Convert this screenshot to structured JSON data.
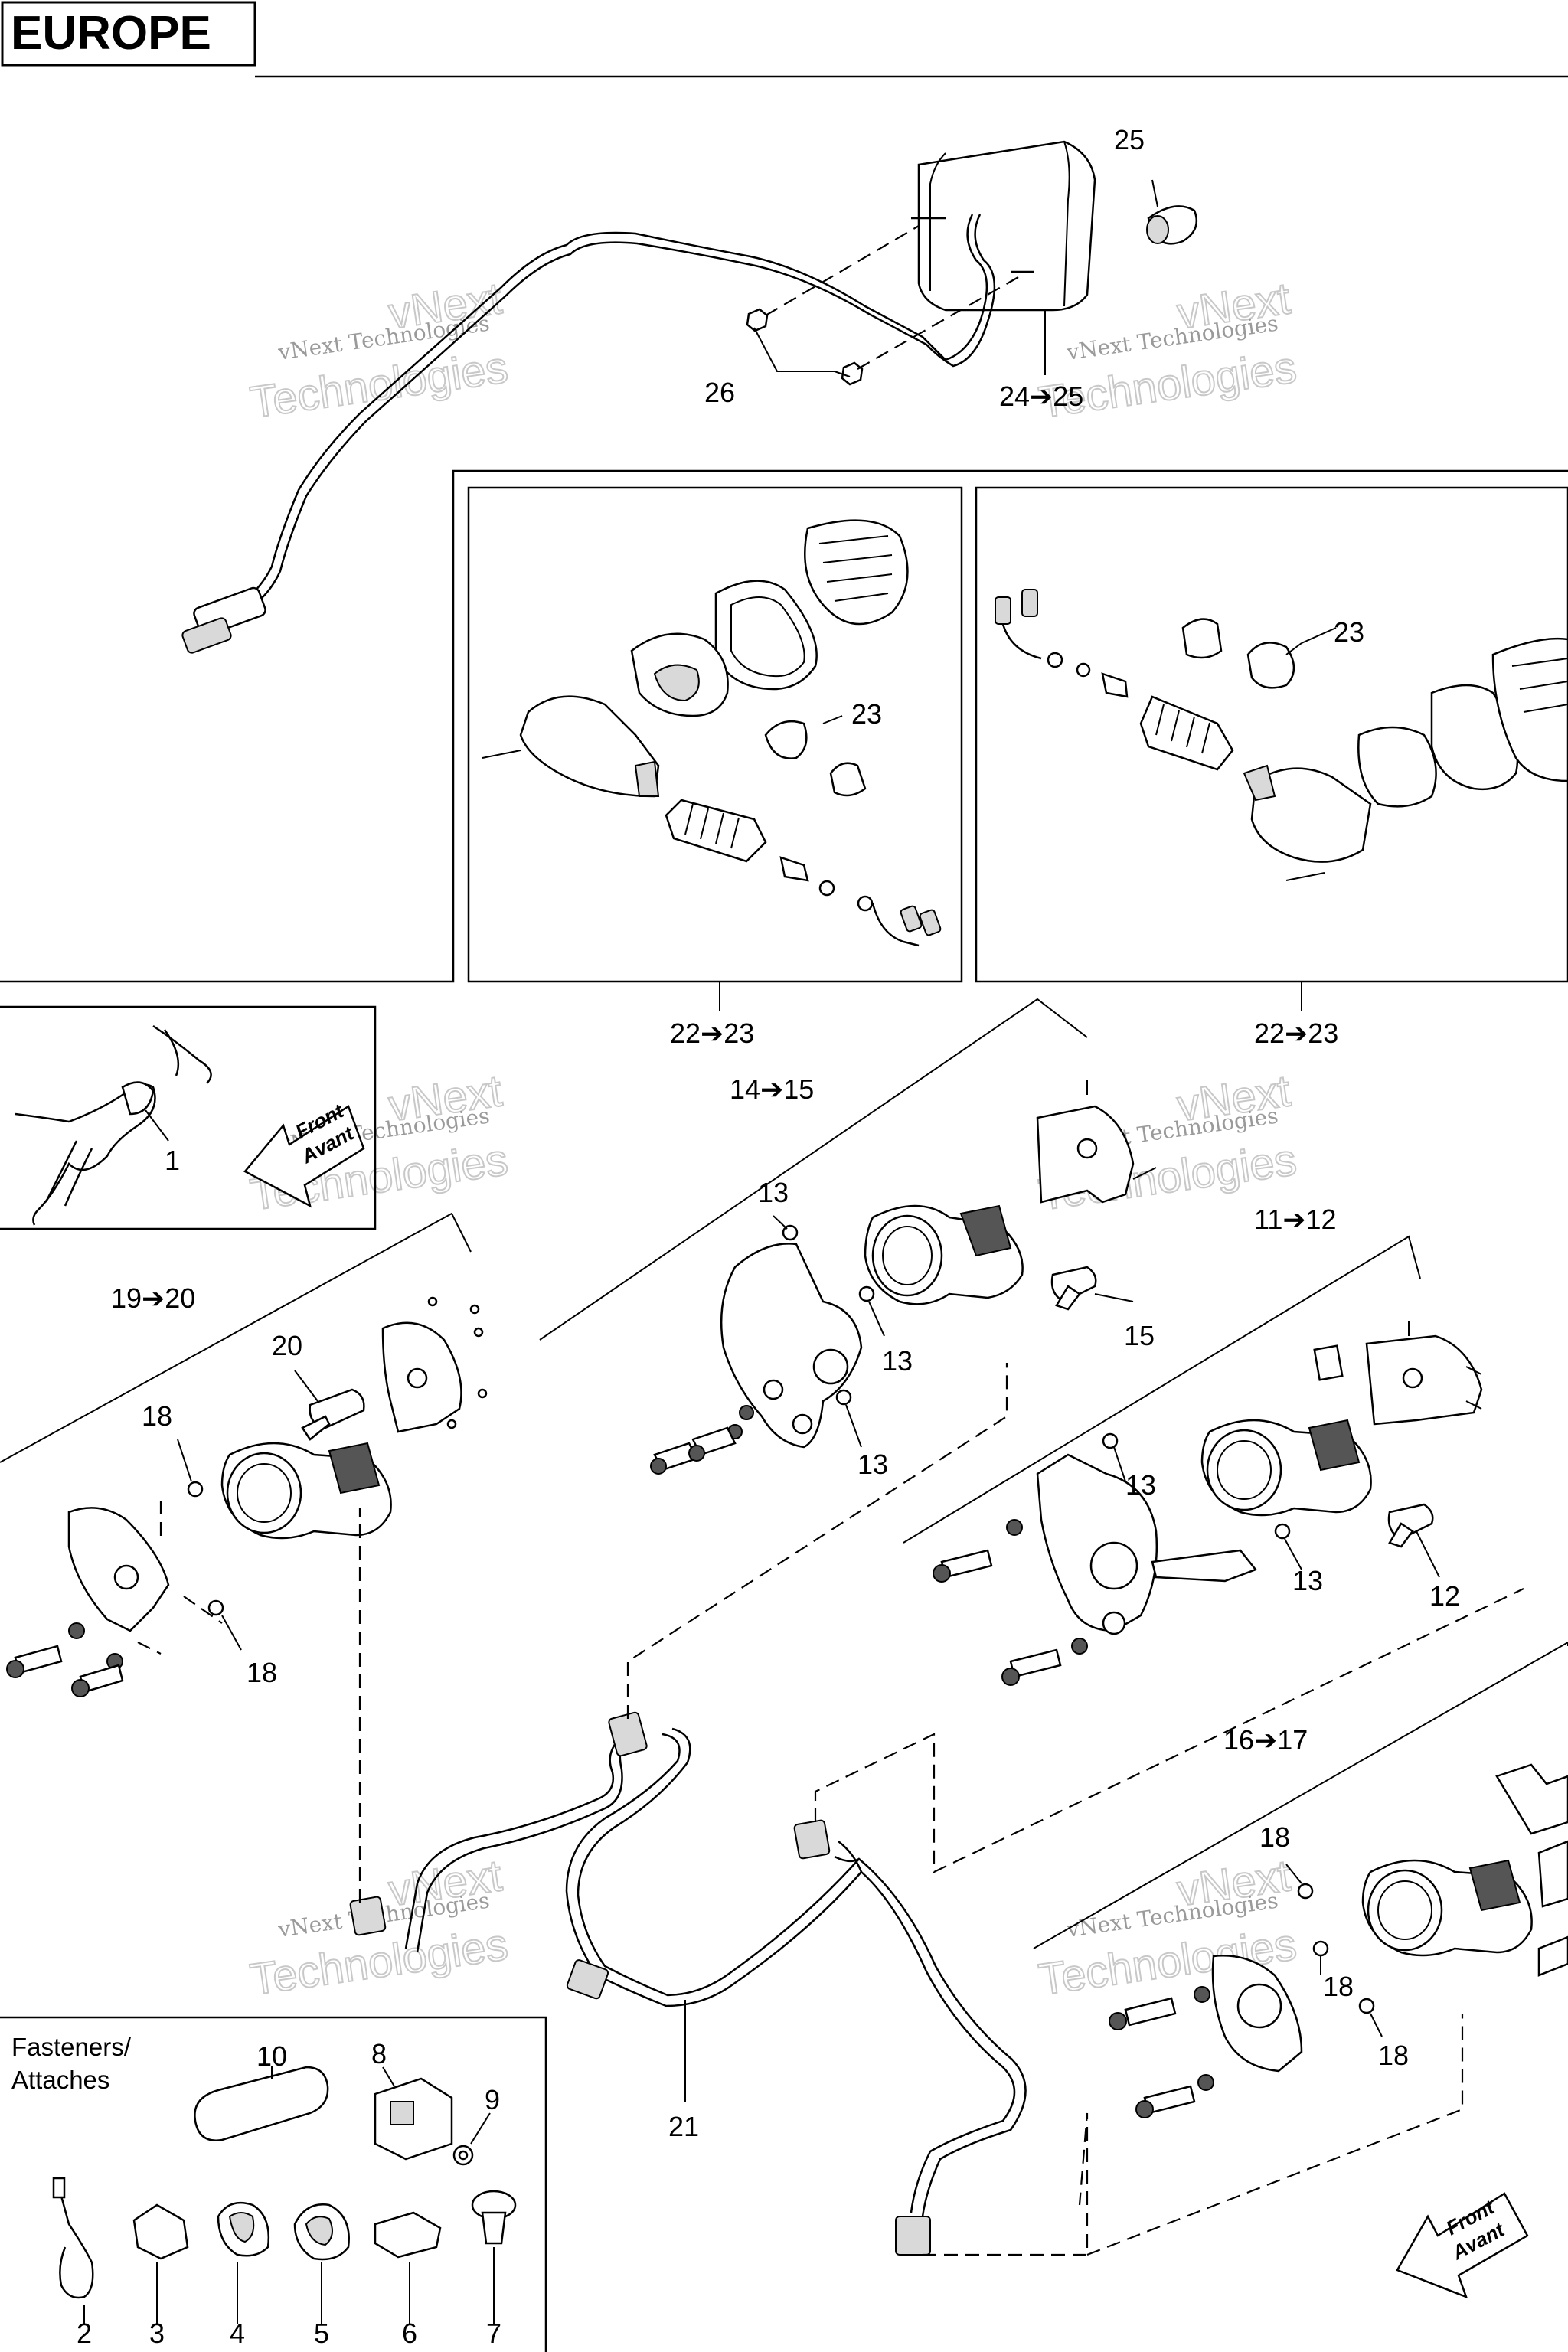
{
  "region_label": "EUROPE",
  "watermark": {
    "line1": "vNext Technologies",
    "line2": "vNext",
    "line3": "Technologies"
  },
  "fasteners_title": [
    "Fasteners/",
    "Attaches"
  ],
  "front_label": [
    "Front",
    "Avant"
  ],
  "callouts": {
    "c25": "25",
    "c26": "26",
    "c24_25": "24➔25",
    "c23a": "23",
    "c23b": "23",
    "c22_23a": "22➔23",
    "c22_23b": "22➔23",
    "c1": "1",
    "c14_15": "14➔15",
    "c11_12": "11➔12",
    "c19_20": "19➔20",
    "c20": "20",
    "c18a": "18",
    "c18b": "18",
    "c13a": "13",
    "c13b": "13",
    "c13c": "13",
    "c13d": "13",
    "c13e": "13",
    "c15": "15",
    "c12": "12",
    "c16_17": "16➔17",
    "c18c": "18",
    "c18d": "18",
    "c18e": "18",
    "c21": "21",
    "c10": "10",
    "c8": "8",
    "c9": "9",
    "c2": "2",
    "c3": "3",
    "c4": "4",
    "c5": "5",
    "c6": "6",
    "c7": "7"
  }
}
